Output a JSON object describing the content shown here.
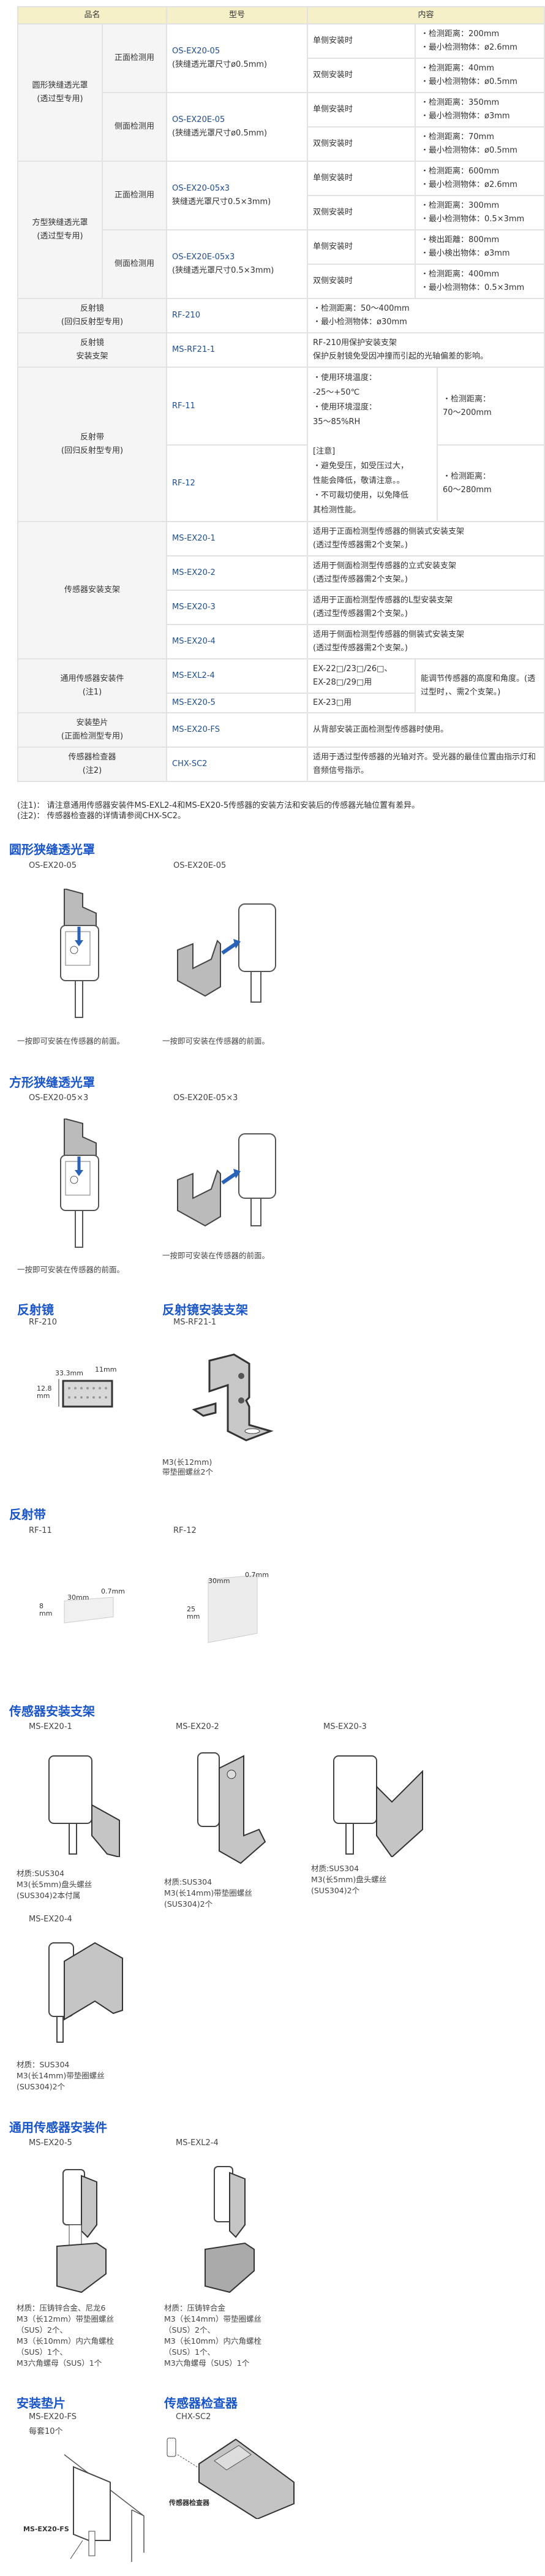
{
  "table": {
    "headers": [
      "品名",
      "型号",
      "内容"
    ],
    "round_slit": {
      "name": "圆形狭缝透光罩\n(透过型专用)",
      "front": {
        "sub": "正面检测用",
        "model": "OS-EX20-05",
        "model_note": "(狭缝透光罩尺寸ø0.5mm)",
        "single": "单侧安装时",
        "single_d1": "・检测距离：200mm",
        "single_d2": "・最小检测物体：ø2.6mm",
        "double": "双侧安装时",
        "double_d1": "・检测距离：40mm",
        "double_d2": "・最小检测物体：ø0.5mm"
      },
      "side": {
        "sub": "侧面检测用",
        "model": "OS-EX20E-05",
        "model_note": "(狭缝透光罩尺寸ø0.5mm)",
        "single": "单侧安装时",
        "single_d1": "・检测距离：350mm",
        "single_d2": "・最小检测物体：ø3mm",
        "double": "双侧安装时",
        "double_d1": "・检测距离：70mm",
        "double_d2": "・最小检测物体：ø0.5mm"
      }
    },
    "square_slit": {
      "name": "方型狭缝透光罩\n(透过型专用)",
      "front": {
        "sub": "正面检测用",
        "model": "OS-EX20-05x3",
        "model_note": "狭缝透光罩尺寸0.5×3mm)",
        "single": "单侧安装时",
        "single_d1": "・检测距离：600mm",
        "single_d2": "・最小检测物体：ø2.6mm",
        "double": "双侧安装时",
        "double_d1": "・检测距离：300mm",
        "double_d2": "・最小检测物体：0.5×3mm"
      },
      "side": {
        "sub": "侧面检测用",
        "model": "OS-EX20E-05x3",
        "model_note": "(狭缝透光罩尺寸0.5×3mm)",
        "single": "单侧安装时",
        "single_d1": "・検出距離：800mm",
        "single_d2": "・最小検出物体：ø3mm",
        "double": "双侧安装时",
        "double_d1": "・检测距离：400mm",
        "double_d2": "・最小检测物体：0.5×3mm"
      }
    },
    "reflector": {
      "name": "反射镜\n(回归反射型专用)",
      "model": "RF-210",
      "d1": "・检测距离：50～400mm",
      "d2": "・最小检测物体：ø30mm"
    },
    "reflector_bracket": {
      "name": "反射镜\n安装支架",
      "model": "MS-RF21-1",
      "d1": "RF-210用保护安装支架",
      "d2": "保护反射镜免受因冲撞而引起的光轴偏差的影响。"
    },
    "tape": {
      "name": "反射带\n(回归反射型专用)",
      "rf11": {
        "model": "RF-11",
        "dist": "・检测距离：\n  70～200mm"
      },
      "rf12": {
        "model": "RF-12",
        "dist": "・检测距离：\n  60～280mm"
      },
      "common": "・使用环境温度：\n  -25～+50℃\n・使用环境湿度：\n  35～85%RH\n\n[注意]\n・避免受压，如受压过大，\n性能会降低，敬请注意。。\n・不可裁切使用，以免降低\n其检测性能。"
    },
    "sensor_bracket": {
      "name": "传感器安装支架",
      "items": [
        {
          "model": "MS-EX20-1",
          "desc": "适用于正面检测型传感器的侧装式安装支架\n(透过型传感器需2个支架。)"
        },
        {
          "model": "MS-EX20-2",
          "desc": "适用于侧面检测型传感器的立式安装支架\n(透过型传感器需2个支架。)"
        },
        {
          "model": "MS-EX20-3",
          "desc": "适用于正面检测型传感器的L型安装支架\n(透过型传感器需2个支架。)"
        },
        {
          "model": "MS-EX20-4",
          "desc": "适用于侧面检测型传感器的侧装式安装支架\n(透过型传感器需2个支架。)"
        }
      ]
    },
    "general": {
      "name": "通用传感器安装件\n(注1)",
      "exl": {
        "model": "MS-EXL2-4",
        "fit": "EX-22□/23□/26□、\nEX-28□/29□用"
      },
      "ex5": {
        "model": "MS-EX20-5",
        "fit": "EX-23□用"
      },
      "desc": "能调节传感器的高度和角度。(透过型时，、需2个支架。)"
    },
    "spacer": {
      "name": "安装垫片\n(正面检测型专用)",
      "model": "MS-EX20-FS",
      "desc": "从背部安装正面检测型传感器时使用。"
    },
    "checker": {
      "name": "传感器检查器\n(注2)",
      "model": "CHX-SC2",
      "desc": "适用于透过型传感器的光轴对齐。受光器的最佳位置由指示灯和音频信号指示。"
    }
  },
  "notes": [
    "(注1)：  请注意通用传感器安装件MS-EXL2-4和MS-EX20-5传感器的安装方法和安装后的传感器光轴位置有差异。",
    "(注2)：  传感器检查器的详情请参阅CHX-SC2。"
  ],
  "sections": {
    "round": {
      "title": "圆形狭缝透光罩",
      "a": "OS-EX20-05",
      "b": "OS-EX20E-05",
      "cap_a": "一按即可安装在传感器的前面。",
      "cap_b": "一按即可安装在传感器的前面。"
    },
    "square": {
      "title": "方形狭缝透光罩",
      "a": "OS-EX20-05×3",
      "b": "OS-EX20E-05×3",
      "cap_a": "一按即可安装在传感器的前面。",
      "cap_b": "一按即可安装在传感器的前面。"
    },
    "reflector": {
      "title": "反射镜",
      "model": "RF-210",
      "dim_w": "33.3mm",
      "dim_d": "11mm",
      "dim_h": "12.8\nmm"
    },
    "reflector_bracket": {
      "title": "反射镜安装支架",
      "model": "MS-RF21-1",
      "cap": "M3(长12mm)\n带垫圈螺丝2个"
    },
    "tape": {
      "title": "反射带",
      "a": "RF-11",
      "b": "RF-12",
      "a_w": "30mm",
      "a_t": "0.7mm",
      "a_h": "8\nmm",
      "b_w": "30mm",
      "b_t": "0.7mm",
      "b_h": "25\nmm"
    },
    "sensor_bracket": {
      "title": "传感器安装支架",
      "items": [
        {
          "model": "MS-EX20-1",
          "cap": "材质:SUS304\nM3(长5mm)盘头螺丝\n(SUS304)2本付属"
        },
        {
          "model": "MS-EX20-2",
          "cap": "材质:SUS304\nM3(长14mm)带垫圈螺丝\n(SUS304)2个"
        },
        {
          "model": "MS-EX20-3",
          "cap": "材质:SUS304\nM3(长5mm)盘头螺丝\n(SUS304)2个"
        },
        {
          "model": "MS-EX20-4",
          "cap": "材质：SUS304\nM3(长14mm)带垫圈螺丝\n(SUS304)2个"
        }
      ]
    },
    "general": {
      "title": "通用传感器安装件",
      "items": [
        {
          "model": "MS-EX20-5",
          "cap": "材质：压铸锌合金、尼龙6\nM3（长12mm）带垫圈螺丝\n（SUS）2个、\nM3（长10mm）内六角螺栓\n（SUS）1个、\nM3六角螺母（SUS）1个"
        },
        {
          "model": "MS-EXL2-4",
          "cap": "材质：压铸锌合金\nM3（长14mm）带垫圈螺丝\n（SUS）2个、\nM3（长10mm）内六角螺栓\n（SUS）1个、\nM3六角螺母（SUS）1个"
        }
      ]
    },
    "spacer": {
      "title": "安装垫片",
      "model": "MS-EX20-FS",
      "qty": "每套10个",
      "callout": "MS-EX20-FS"
    },
    "checker": {
      "title": "传感器检查器",
      "model": "CHX-SC2",
      "callout": "传感器检查器"
    }
  },
  "colors": {
    "header_bg": "#f5f0c8",
    "category_bg": "#f5f5f5",
    "model_text": "#1f4e8c",
    "section_title": "#1a56c8"
  }
}
